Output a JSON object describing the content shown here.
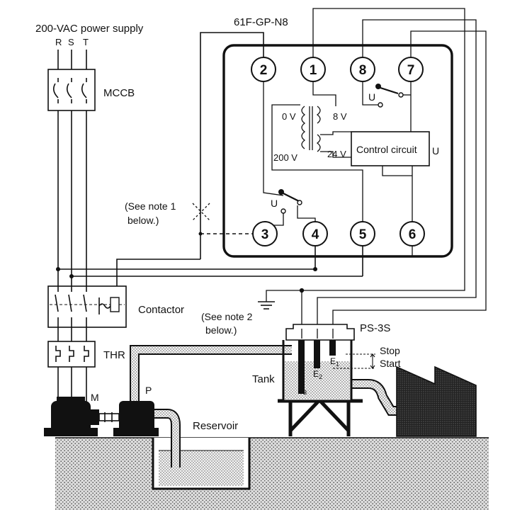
{
  "labels": {
    "power_supply": "200-VAC power supply",
    "phase_r": "R",
    "phase_s": "S",
    "phase_t": "T",
    "mccb": "MCCB",
    "model": "61F-GP-N8",
    "contactor": "Contactor",
    "thr": "THR",
    "motor": "M",
    "pump": "P",
    "reservoir": "Reservoir",
    "tank": "Tank",
    "sensor": "PS-3S",
    "stop": "Stop",
    "start": "Start",
    "note1_line1": "(See note 1",
    "note1_line2": "below.)",
    "note2_line1": "(See note 2",
    "note2_line2": "below.)",
    "v0": "0 V",
    "v200": "200 V",
    "v8": "8 V",
    "v24": "24 V",
    "control_circuit": "Control circuit",
    "u_relay_top": "U",
    "u_relay_bottom": "U",
    "u_control": "U",
    "e1": "E",
    "e1_sub": "1",
    "e2": "E",
    "e2_sub": "2",
    "e3": "E",
    "e3_sub": "3"
  },
  "terminals": [
    "2",
    "1",
    "8",
    "7",
    "3",
    "4",
    "5",
    "6"
  ]
}
